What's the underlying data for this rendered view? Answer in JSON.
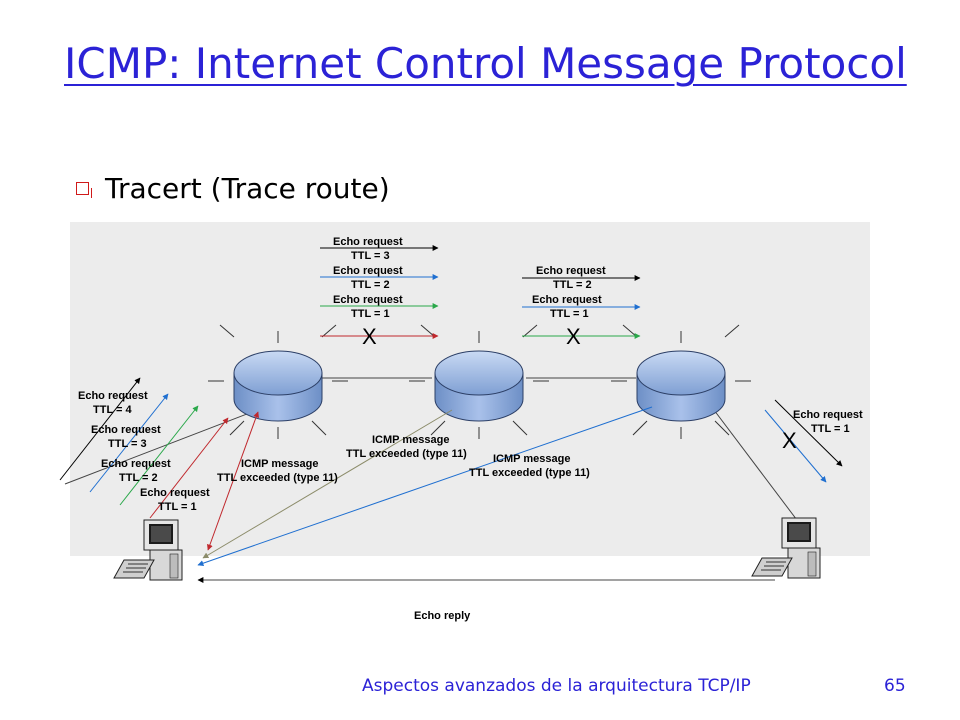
{
  "slide": {
    "title": "ICMP: Internet Control Message Protocol",
    "bullet": "Tracert (Trace route)",
    "footer": "Aspectos avanzados de la arquitectura TCP/IP",
    "page_number": "65"
  },
  "diagram": {
    "colors": {
      "background": "#ececec",
      "ttl4": "#000000",
      "ttl3": "#1f6fd0",
      "ttl2": "#2aa84a",
      "ttl1": "#c0282d",
      "router_fill": "#9db9e6",
      "icmp_ttl3": "#1f6fd0",
      "icmp_ttl2": "#8c8c6a"
    },
    "top_labels_r1": {
      "echo3_a": "Echo request",
      "echo3_b": "TTL = 3",
      "echo2_a": "Echo request",
      "echo2_b": "TTL = 2",
      "echo1_a": "Echo request",
      "echo1_b": "TTL = 1",
      "drop": "X"
    },
    "top_labels_r2": {
      "echo2_a": "Echo request",
      "echo2_b": "TTL = 2",
      "echo1_a": "Echo request",
      "echo1_b": "TTL = 1",
      "drop": "X"
    },
    "left_labels": {
      "ttl4_a": "Echo request",
      "ttl4_b": "TTL = 4",
      "ttl3_a": "Echo request",
      "ttl3_b": "TTL = 3",
      "ttl2_a": "Echo request",
      "ttl2_b": "TTL = 2",
      "ttl1_a": "Echo request",
      "ttl1_b": "TTL = 1"
    },
    "icmp_labels": {
      "m1_a": "ICMP message",
      "m1_b": "TTL exceeded (type 11)",
      "m2_a": "ICMP message",
      "m2_b": "TTL exceeded (type 11)",
      "m3_a": "ICMP message",
      "m3_b": "TTL exceeded (type 11)"
    },
    "right_labels": {
      "echo_a": "Echo request",
      "echo_b": "TTL = 1",
      "drop": "X"
    },
    "reply_label": "Echo reply"
  }
}
